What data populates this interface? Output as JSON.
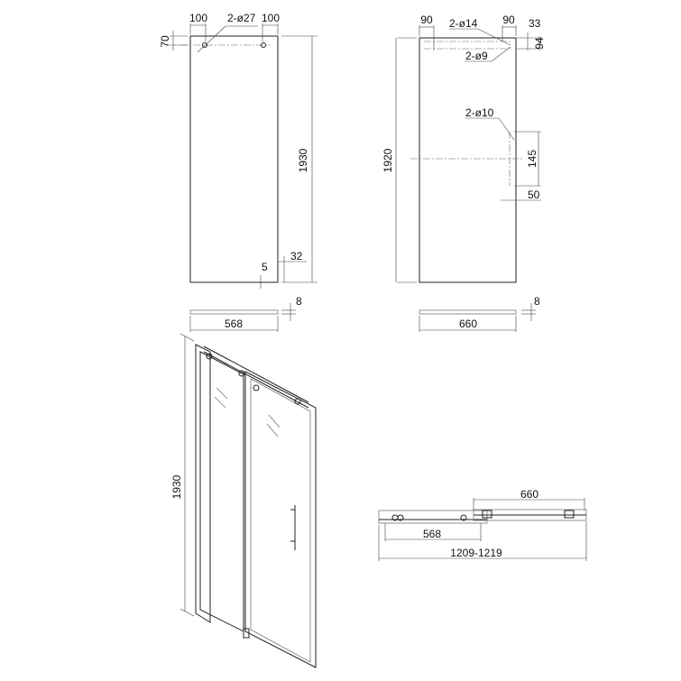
{
  "fixed_panel": {
    "left_offset": "100",
    "right_offset": "100",
    "hole_callout": "2-ø27",
    "top_offset": "70",
    "height": "1930",
    "bottom_gap": "32",
    "bottom_small": "5",
    "width": "568",
    "thickness": "8"
  },
  "sliding_panel": {
    "left_offset": "90",
    "right_offset": "90",
    "hole_callout_top": "2-ø14",
    "hole_callout_lower": "2-ø9",
    "top_offset": "33",
    "top_spacing": "94",
    "handle_callout": "2-ø10",
    "handle_spacing": "145",
    "handle_edge": "50",
    "height": "1920",
    "width": "660",
    "thickness": "8"
  },
  "perspective": {
    "height": "1930"
  },
  "plan": {
    "sliding_width": "660",
    "fixed_width": "568",
    "total_width": "1209-1219"
  }
}
